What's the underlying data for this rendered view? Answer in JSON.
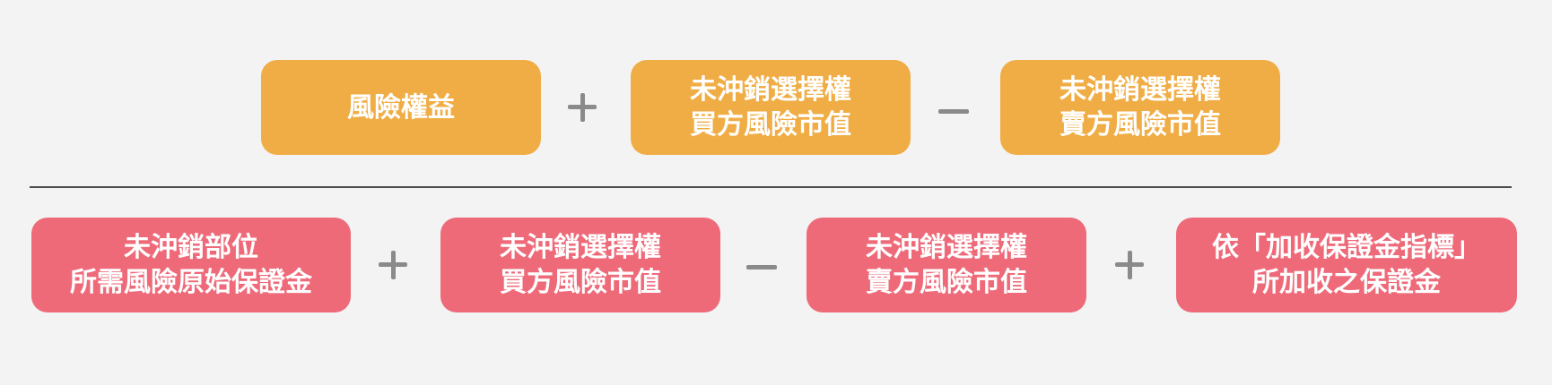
{
  "colors": {
    "background": "#f3f3f3",
    "top_box": "#f0ad45",
    "bottom_box": "#ee6a79",
    "operator": "#8a8a8a",
    "divider": "#4a4a4a"
  },
  "top_row": {
    "box1": {
      "line1": "風險權益"
    },
    "op1": "+",
    "box2": {
      "line1": "未沖銷選擇權",
      "line2": "買方風險市值"
    },
    "op2": "−",
    "box3": {
      "line1": "未沖銷選擇權",
      "line2": "賣方風險市值"
    }
  },
  "bottom_row": {
    "box1": {
      "line1": "未沖銷部位",
      "line2": "所需風險原始保證金"
    },
    "op1": "+",
    "box2": {
      "line1": "未沖銷選擇權",
      "line2": "買方風險市值"
    },
    "op2": "−",
    "box3": {
      "line1": "未沖銷選擇權",
      "line2": "賣方風險市值"
    },
    "op3": "+",
    "box4": {
      "line1": "依「加收保證金指標」",
      "line2": "所加收之保證金"
    }
  }
}
